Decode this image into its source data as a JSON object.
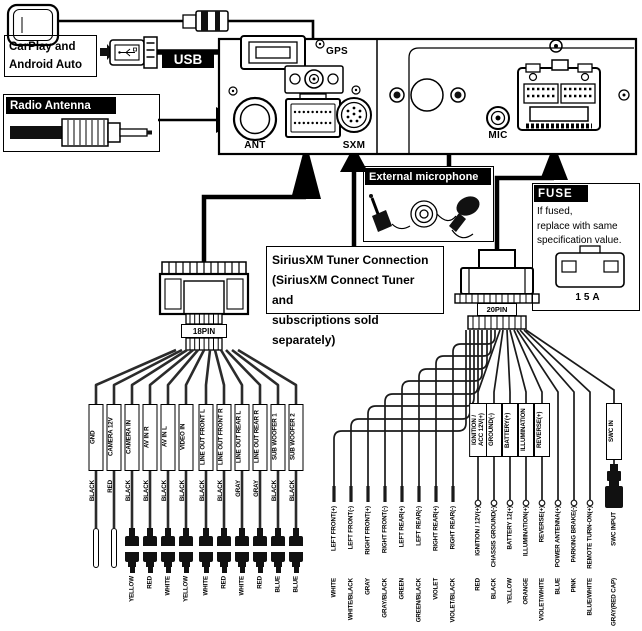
{
  "ink": "#000000",
  "paper": "#ffffff",
  "top": {
    "carplay_box": {
      "line1": "CarPlay and",
      "line2": "Android Auto"
    },
    "usb_label": "USB",
    "radio_antenna_label": "Radio Antenna"
  },
  "panel": {
    "gps_label": "GPS",
    "ant_label": "ANT",
    "sxm_label": "SXM",
    "mic_label": "MIC"
  },
  "callouts": {
    "external_mic": "External microphone",
    "siriusxm": [
      "SiriusXM Tuner Connection",
      "(SiriusXM Connect Tuner and",
      "subscriptions sold separately)"
    ],
    "fuse": {
      "title": "FUSE",
      "lines": [
        "If fused,",
        "replace with same",
        "specification value."
      ],
      "rating": "15A"
    }
  },
  "harness18": {
    "connector_label": "18PIN",
    "wires": [
      {
        "label": "GND",
        "color": "BLACK",
        "plug": "bare"
      },
      {
        "label": "CAMERA 12V",
        "color": "RED",
        "plug": "bare"
      },
      {
        "label": "CAMERA IN",
        "color": "BLACK",
        "plug": "rca",
        "plug_color": "YELLOW"
      },
      {
        "label": "AV IN R",
        "color": "BLACK",
        "plug": "rca",
        "plug_color": "RED"
      },
      {
        "label": "AV IN L",
        "color": "BLACK",
        "plug": "rca",
        "plug_color": "WHITE"
      },
      {
        "label": "VIDEO IN",
        "color": "BLACK",
        "plug": "rca",
        "plug_color": "YELLOW"
      },
      {
        "label": "LINE OUT FRONT L",
        "color": "BLACK",
        "plug": "rca",
        "plug_color": "WHITE"
      },
      {
        "label": "LINE OUT FRONT R",
        "color": "BLACK",
        "plug": "rca",
        "plug_color": "RED"
      },
      {
        "label": "LINE OUT REAR L",
        "color": "GRAY",
        "plug": "rca",
        "plug_color": "WHITE"
      },
      {
        "label": "LINE OUT REAR R",
        "color": "GRAY",
        "plug": "rca",
        "plug_color": "RED"
      },
      {
        "label": "SUB WOOFER 1",
        "color": "BLACK",
        "plug": "rca",
        "plug_color": "BLUE"
      },
      {
        "label": "SUB WOOFER 2",
        "color": "BLACK",
        "plug": "rca",
        "plug_color": "BLUE"
      }
    ]
  },
  "harness20": {
    "connector_label": "20PIN",
    "speaker_wires": [
      {
        "label": "LEFT FRONT(+)",
        "color": "WHITE"
      },
      {
        "label": "LEFT FRONT(-)",
        "color": "WHITE/BLACK"
      },
      {
        "label": "RIGHT FRONT(+)",
        "color": "GRAY"
      },
      {
        "label": "RIGHT FRONT(-)",
        "color": "GRAY/BLACK"
      },
      {
        "label": "LEFT REAR(+)",
        "color": "GREEN"
      },
      {
        "label": "LEFT REAR(-)",
        "color": "GREEN/BLACK"
      },
      {
        "label": "RIGHT REAR(+)",
        "color": "VIOLET"
      },
      {
        "label": "RIGHT REAR(-)",
        "color": "VIOLET/BLACK"
      }
    ],
    "power_wires": [
      {
        "box_label": [
          "IGNITION /",
          "ACC 12V(+)"
        ],
        "label": "IGNITION / 12V(+)",
        "color": "RED"
      },
      {
        "box_label": [
          "GROUND(-)"
        ],
        "label": "CHASSIS GROUND(-)",
        "color": "BLACK"
      },
      {
        "box_label": [
          "BATTERY(+)"
        ],
        "label": "BATTERY 12(+)",
        "color": "YELLOW"
      },
      {
        "box_label": [
          "ILLUMINATION"
        ],
        "label": "ILLUMINATION(+)",
        "color": "ORANGE"
      },
      {
        "box_label": [
          "REVERSE(+)"
        ],
        "label": "REVERSE(+)",
        "color": "VIOLET/WHITE"
      },
      {
        "label": "POWER ANTENNA(+)",
        "color": "BLUE"
      },
      {
        "label": "PARKING BRAKE(-)",
        "color": "PINK"
      },
      {
        "label": "REMOTE TURN-ON(+)",
        "color": "BLUE/WHITE"
      }
    ],
    "swc": {
      "box_label": "SWC IN",
      "label": "SWC INPUT",
      "color": "GRAY(RED CAP)"
    }
  }
}
